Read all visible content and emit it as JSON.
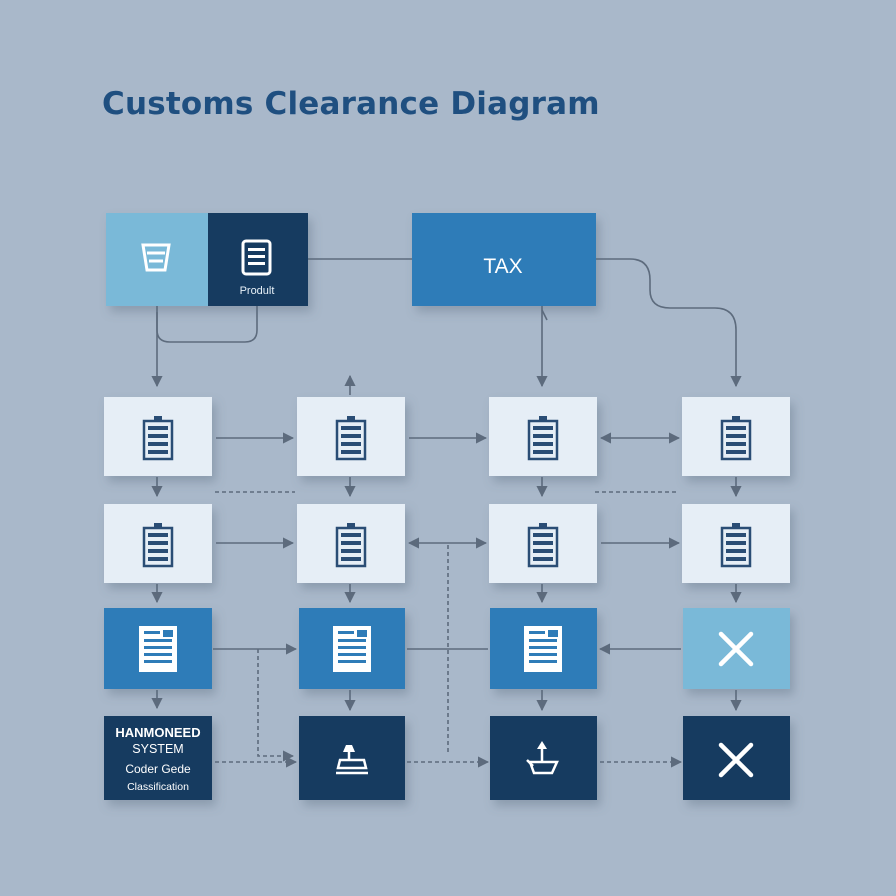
{
  "title": "Customs Clearance Diagram",
  "header_box": {
    "label": "Prodult"
  },
  "tax_box": {
    "label": "TAX"
  },
  "hs_box": {
    "lines": [
      "HANMONEED",
      "SYSTEM",
      "Coder Gede",
      "Classification"
    ]
  },
  "colors": {
    "background": "#a9b8ca",
    "title": "#1f4f80",
    "light_card": "#e6eef6",
    "mid_blue": "#2f7cb8",
    "dark_navy": "#123a60",
    "sky_blue": "#7ab9d8",
    "connector": "#5d6b7d"
  },
  "icons": {
    "header_left": "basket-icon",
    "header_right": "list-icon",
    "rows_1_2": "battery-list-icon",
    "row_3": "document-icon",
    "close": "close-icon",
    "scale": "weight-scale-icon",
    "boat": "boat-icon"
  }
}
